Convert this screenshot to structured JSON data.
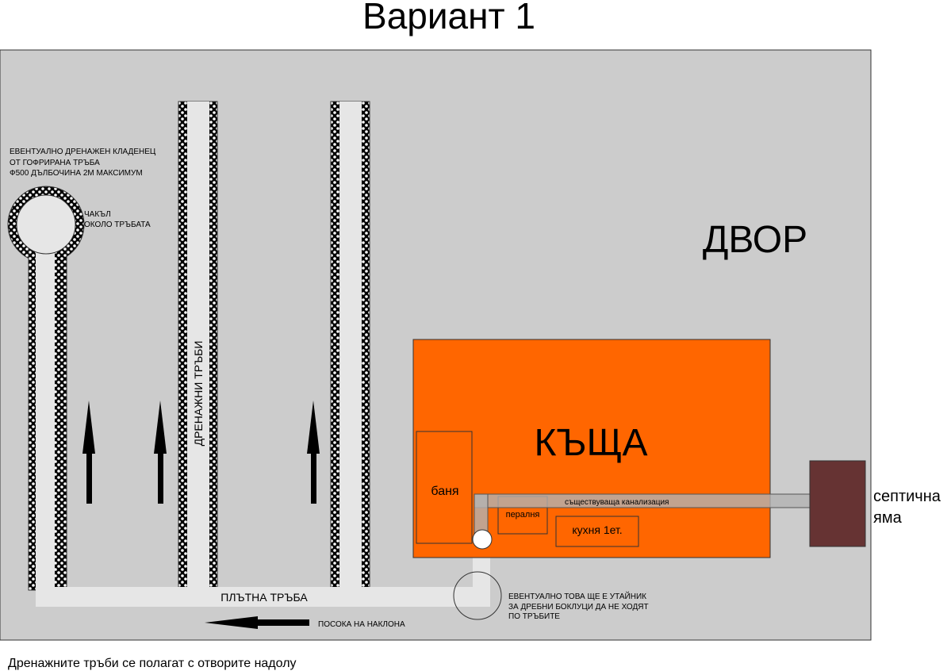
{
  "title": "Вариант 1",
  "yard_label": "ДВОР",
  "house_label": "КЪЩА",
  "bathroom_label": "баня",
  "laundry_label": "пералня",
  "kitchen_label": "кухня 1ет.",
  "sewer_label": "съществуваща канализация",
  "septic_label_line1": "септична",
  "septic_label_line2": "яма",
  "well_note": [
    "ЕВЕНТУАЛНО ДРЕНАЖЕН КЛАДЕНЕЦ",
    "ОТ ГОФРИРАНА ТРЪБА",
    "Ф500 ДЪЛБОЧИНА 2М МАКСИМУМ"
  ],
  "gravel_note": [
    "ЧАКЪЛ",
    "ОКОЛО ТРЪБАТА"
  ],
  "drain_pipes_label": "ДРЕНАЖНИ ТРЪБИ",
  "solid_pipe_label": "ПЛЪТНА ТРЪБА",
  "slope_label": "ПОСОКА НА НАКЛОНА",
  "trap_note": [
    "ЕВЕНТУАЛНО ТОВА ЩЕ Е УТАЙНИК",
    "ЗА ДРЕБНИ БОКЛУЦИ ДА НЕ ХОДЯТ",
    "ПО ТРЪБИТЕ"
  ],
  "footer_note": "Дренажните тръби се полагат с отворите надолу",
  "colors": {
    "yard": "#cccccc",
    "house": "#ff6600",
    "septic": "#663333",
    "pipe": "#e6e6e6",
    "gravel": "#000000"
  }
}
